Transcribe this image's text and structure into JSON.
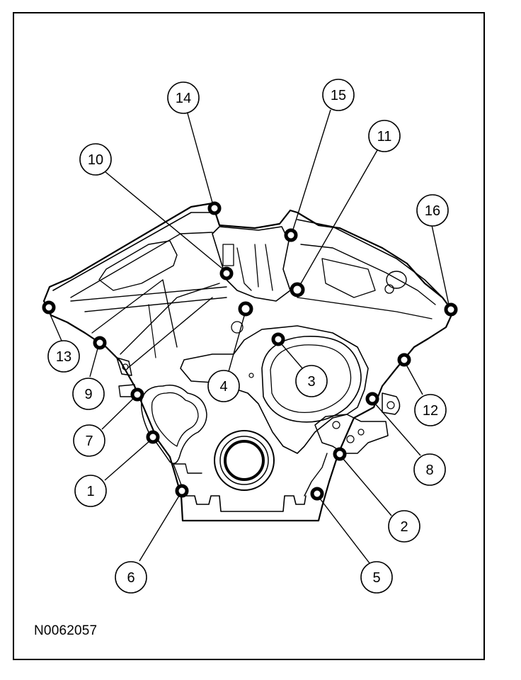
{
  "figure_id": "N0062057",
  "callouts": [
    {
      "label": "1"
    },
    {
      "label": "2"
    },
    {
      "label": "3"
    },
    {
      "label": "4"
    },
    {
      "label": "5"
    },
    {
      "label": "6"
    },
    {
      "label": "7"
    },
    {
      "label": "8"
    },
    {
      "label": "9"
    },
    {
      "label": "10"
    },
    {
      "label": "11"
    },
    {
      "label": "12"
    },
    {
      "label": "13"
    },
    {
      "label": "14"
    },
    {
      "label": "15"
    },
    {
      "label": "16"
    }
  ],
  "colors": {
    "ink": "#000000",
    "paper": "#ffffff"
  }
}
